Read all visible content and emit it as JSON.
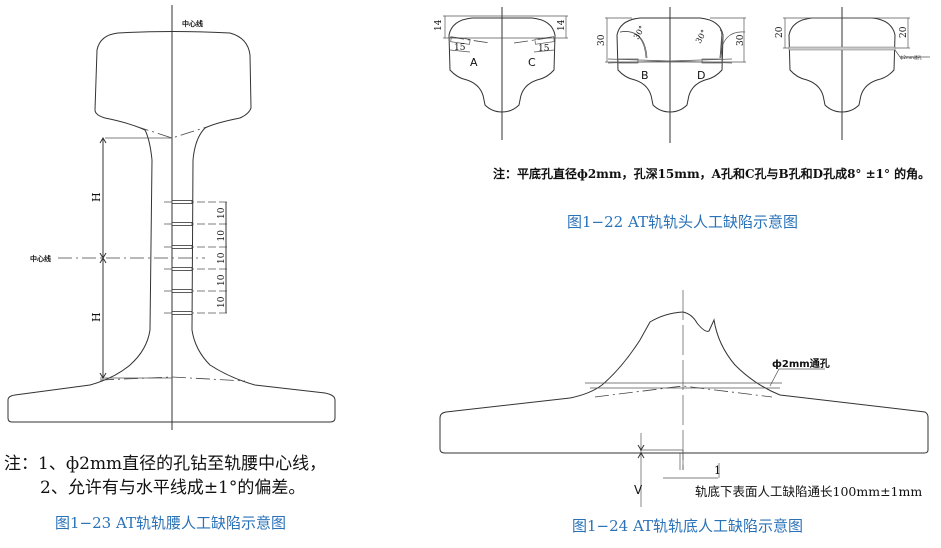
{
  "figures": {
    "web": {
      "caption": "图1−23  AT轨轨腰人工缺陷示意图",
      "centerline_top": "中心线",
      "centerline_left": "中心线",
      "h_label": "H",
      "dim_10": "10",
      "note_line1": "注：1、ф2mm直径的孔钻至轨腰中心线，",
      "note_line2": "2、允许有与水平线成±1°的偏差。"
    },
    "head": {
      "caption": "图1−22  AT轨轨头人工缺陷示意图",
      "dim_14": "14",
      "dim_15": "15",
      "hole_a": "A",
      "hole_c": "C",
      "dim_30": "30",
      "angle_30": "30°",
      "hole_b": "B",
      "hole_d": "D",
      "dim_20": "20",
      "through_hole_small": "ф2mm通孔",
      "note": "注：平底孔直径ф2mm，孔深15mm，A孔和C孔与B孔和D孔成8° ±1° 的角。"
    },
    "foot": {
      "caption": "图1−24  AT轨轨底人工缺陷示意图",
      "through_hole": "ф2mm通孔",
      "dim_1": "1",
      "dim_v": "V",
      "note": "轨底下表面人工缺陷通长100mm±1mm"
    }
  },
  "colors": {
    "caption": "#2a72b8",
    "line": "#333333"
  }
}
